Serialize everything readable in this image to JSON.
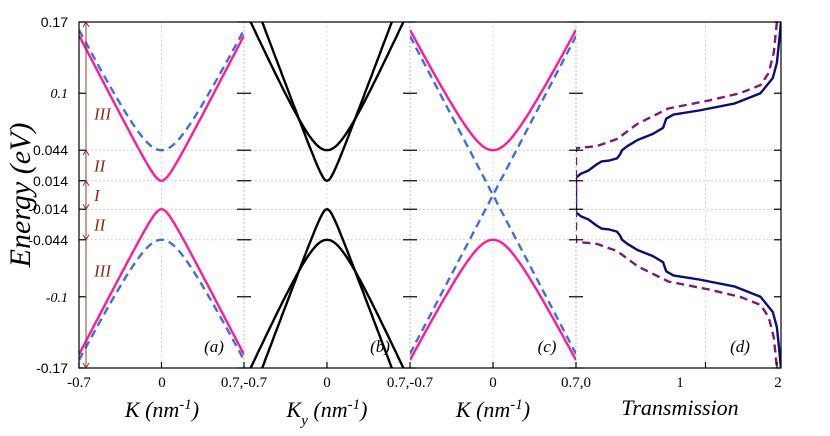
{
  "chart_data": {
    "type": "line",
    "ylabel": "Energy (eV)",
    "ylim": [
      -0.17,
      0.17
    ],
    "yticks": [
      {
        "value": 0.17,
        "label": "0.17",
        "italic": false
      },
      {
        "value": 0.1,
        "label": "0.1",
        "italic": true
      },
      {
        "value": 0.044,
        "label": "0.044",
        "italic": false
      },
      {
        "value": 0.014,
        "label": "0.014",
        "italic": false
      },
      {
        "value": -0.014,
        "label": "-0.014",
        "italic": false
      },
      {
        "value": -0.044,
        "label": "-0.044",
        "italic": false
      },
      {
        "value": -0.1,
        "label": "-0.1",
        "italic": true
      },
      {
        "value": -0.17,
        "label": "-0.17",
        "italic": false
      }
    ],
    "dotted_levels": [
      0.044,
      0.014,
      -0.014,
      -0.044
    ],
    "x_tick_labels": [
      "-0.7",
      "0",
      "0.7,-0.7",
      "0",
      "0.7,-0.7",
      "0",
      "0.7,0",
      "1",
      "2"
    ],
    "regions": [
      {
        "label": "III",
        "value": 0.08
      },
      {
        "label": "II",
        "value": 0.029
      },
      {
        "label": "I",
        "value": 0.0
      },
      {
        "label": "II",
        "value": -0.029
      },
      {
        "label": "III",
        "value": -0.074
      }
    ],
    "colors": {
      "pink": "#ff1a9c",
      "blue": "#3f6fdf",
      "black": "#000000",
      "navy": "#0c0c7a",
      "purple": "#7a1a7a",
      "region": "#8b2a1a"
    },
    "panels": [
      {
        "id": "a",
        "label": "(a)",
        "xlabel": "K (nm",
        "xlabel_sup": "-1",
        "xlabel_tail": ")",
        "xlim": [
          -0.7,
          0.7
        ],
        "series": [
          {
            "kind": "gapped",
            "gap": 0.014,
            "slope": 0.223,
            "color": "pink",
            "dash": false,
            "sign": 1
          },
          {
            "kind": "gapped",
            "gap": 0.014,
            "slope": 0.223,
            "color": "pink",
            "dash": false,
            "sign": -1
          },
          {
            "kind": "gapped",
            "gap": 0.044,
            "slope": 0.223,
            "color": "blue",
            "dash": true,
            "sign": 1
          },
          {
            "kind": "gapped",
            "gap": 0.044,
            "slope": 0.223,
            "color": "blue",
            "dash": true,
            "sign": -1
          }
        ]
      },
      {
        "id": "b",
        "label": "(b)",
        "xlabel": "K",
        "xlabel_sub": "y",
        "xlabel_mid": " (nm",
        "xlabel_sup": "-1",
        "xlabel_tail": ")",
        "xlim": [
          -0.7,
          0.7
        ],
        "series": [
          {
            "kind": "gapped",
            "gap": 0.014,
            "slope": 0.31,
            "color": "black",
            "dash": false,
            "sign": 1
          },
          {
            "kind": "gapped",
            "gap": 0.014,
            "slope": 0.31,
            "color": "black",
            "dash": false,
            "sign": -1
          },
          {
            "kind": "gapped",
            "gap": 0.044,
            "slope": 0.255,
            "color": "black",
            "dash": false,
            "sign": 1
          },
          {
            "kind": "gapped",
            "gap": 0.044,
            "slope": 0.255,
            "color": "black",
            "dash": false,
            "sign": -1
          }
        ]
      },
      {
        "id": "c",
        "label": "(c)",
        "xlabel": "K (nm",
        "xlabel_sup": "-1",
        "xlabel_tail": ")",
        "xlim": [
          -0.7,
          0.7
        ],
        "series": [
          {
            "kind": "gapped",
            "gap": 0.044,
            "slope": 0.223,
            "color": "pink",
            "dash": false,
            "sign": 1
          },
          {
            "kind": "gapped",
            "gap": 0.044,
            "slope": 0.223,
            "color": "pink",
            "dash": false,
            "sign": -1
          },
          {
            "kind": "gapped",
            "gap": 0.0,
            "slope": 0.223,
            "color": "blue",
            "dash": true,
            "sign": 1
          },
          {
            "kind": "gapped",
            "gap": 0.0,
            "slope": 0.223,
            "color": "blue",
            "dash": true,
            "sign": -1
          }
        ]
      },
      {
        "id": "d",
        "label": "(d)",
        "xlabel": "Transmission",
        "xlim": [
          0,
          2
        ],
        "series": [
          {
            "kind": "points",
            "color": "navy",
            "dash": false,
            "points": [
              [
                2.0,
                0.17
              ],
              [
                1.98,
                0.15
              ],
              [
                1.96,
                0.13
              ],
              [
                1.92,
                0.115
              ],
              [
                1.8,
                0.1
              ],
              [
                1.55,
                0.09
              ],
              [
                1.2,
                0.083
              ],
              [
                0.95,
                0.079
              ],
              [
                0.88,
                0.075
              ],
              [
                0.85,
                0.066
              ],
              [
                0.75,
                0.06
              ],
              [
                0.6,
                0.054
              ],
              [
                0.5,
                0.048
              ],
              [
                0.45,
                0.044
              ],
              [
                0.43,
                0.04
              ],
              [
                0.4,
                0.036
              ],
              [
                0.33,
                0.034
              ],
              [
                0.25,
                0.033
              ],
              [
                0.2,
                0.03
              ],
              [
                0.12,
                0.024
              ],
              [
                0.05,
                0.021
              ],
              [
                0.0,
                0.017
              ],
              [
                0.0,
                -0.017
              ],
              [
                0.05,
                -0.021
              ],
              [
                0.12,
                -0.024
              ],
              [
                0.2,
                -0.03
              ],
              [
                0.25,
                -0.033
              ],
              [
                0.33,
                -0.034
              ],
              [
                0.4,
                -0.036
              ],
              [
                0.43,
                -0.04
              ],
              [
                0.45,
                -0.044
              ],
              [
                0.5,
                -0.048
              ],
              [
                0.6,
                -0.054
              ],
              [
                0.75,
                -0.06
              ],
              [
                0.85,
                -0.066
              ],
              [
                0.88,
                -0.075
              ],
              [
                0.95,
                -0.079
              ],
              [
                1.2,
                -0.083
              ],
              [
                1.55,
                -0.09
              ],
              [
                1.8,
                -0.1
              ],
              [
                1.92,
                -0.115
              ],
              [
                1.96,
                -0.13
              ],
              [
                1.98,
                -0.15
              ],
              [
                2.0,
                -0.17
              ]
            ]
          },
          {
            "kind": "points",
            "color": "purple",
            "dash": true,
            "points": [
              [
                1.96,
                0.17
              ],
              [
                1.93,
                0.14
              ],
              [
                1.88,
                0.12
              ],
              [
                1.8,
                0.108
              ],
              [
                1.6,
                0.1
              ],
              [
                1.3,
                0.093
              ],
              [
                0.9,
                0.085
              ],
              [
                0.6,
                0.07
              ],
              [
                0.4,
                0.055
              ],
              [
                0.2,
                0.048
              ],
              [
                0.0,
                0.046
              ],
              [
                0.0,
                -0.046
              ],
              [
                0.2,
                -0.048
              ],
              [
                0.4,
                -0.055
              ],
              [
                0.6,
                -0.07
              ],
              [
                0.9,
                -0.085
              ],
              [
                1.3,
                -0.093
              ],
              [
                1.6,
                -0.1
              ],
              [
                1.8,
                -0.108
              ],
              [
                1.88,
                -0.12
              ],
              [
                1.93,
                -0.14
              ],
              [
                1.96,
                -0.17
              ]
            ]
          }
        ]
      }
    ]
  }
}
